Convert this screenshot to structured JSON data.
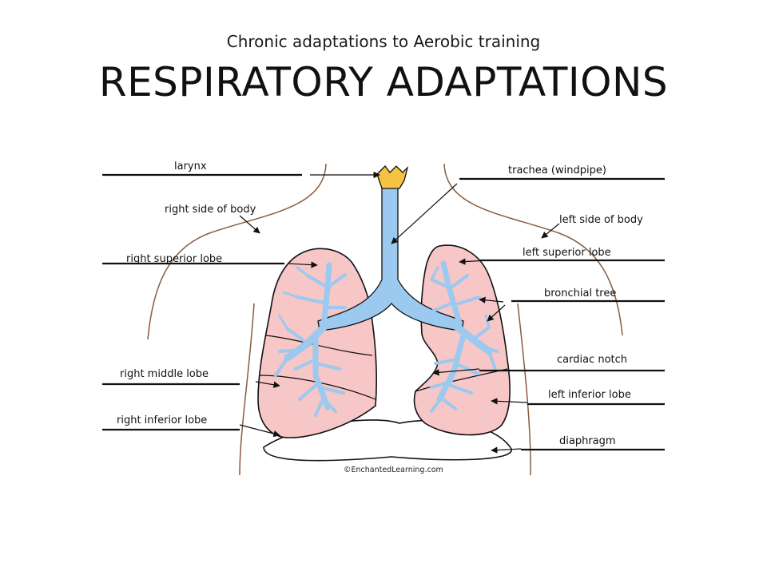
{
  "header": {
    "subtitle": "Chronic adaptations to Aerobic training",
    "title": "RESPIRATORY ADAPTATIONS"
  },
  "diagram": {
    "labels": {
      "larynx": "larynx",
      "right_side_of_body": "right side of body",
      "right_superior_lobe": "right superior lobe",
      "right_middle_lobe": "right middle lobe",
      "right_inferior_lobe": "right inferior lobe",
      "trachea": "trachea (windpipe)",
      "left_side_of_body": "left side of body",
      "left_superior_lobe": "left superior lobe",
      "bronchial_tree": "bronchial tree",
      "cardiac_notch": "cardiac notch",
      "left_inferior_lobe": "left inferior lobe",
      "diaphragm": "diaphragm"
    },
    "credit": "©EnchantedLearning.com",
    "colors": {
      "lung_fill": "#f7c6c6",
      "airway_fill": "#9cc9ef",
      "larynx_fill": "#f5c242",
      "body_outline": "#8b5a3c"
    }
  }
}
